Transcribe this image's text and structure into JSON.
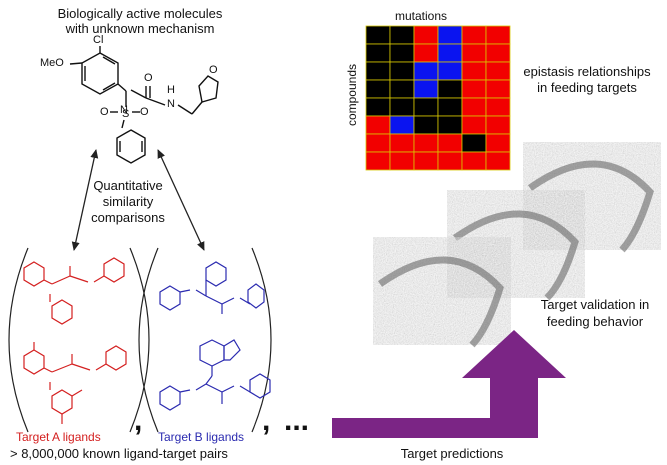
{
  "title_line1": "Biologically active molecules",
  "title_line2": "with unknown mechanism",
  "molecule_atoms": {
    "cl": "Cl",
    "meo": "MeO",
    "n": "N",
    "o1": "O",
    "h": "H",
    "n2": "N",
    "o_furan": "O",
    "s": "S",
    "o_s1": "O",
    "o_s2": "O"
  },
  "comparison_line1": "Quantitative",
  "comparison_line2": "similarity",
  "comparison_line3": "comparisons",
  "heatmap": {
    "top_label": "mutations",
    "side_label": "compounds",
    "colors": {
      "black": "#000000",
      "red": "#f20000",
      "blue": "#0a14f0",
      "grid": "#d8c800"
    },
    "rows": [
      [
        "black",
        "black",
        "red",
        "blue",
        "red",
        "red"
      ],
      [
        "black",
        "black",
        "red",
        "blue",
        "red",
        "red"
      ],
      [
        "black",
        "black",
        "blue",
        "blue",
        "red",
        "red"
      ],
      [
        "black",
        "black",
        "blue",
        "black",
        "red",
        "red"
      ],
      [
        "black",
        "black",
        "black",
        "black",
        "red",
        "red"
      ],
      [
        "red",
        "blue",
        "black",
        "black",
        "red",
        "red"
      ],
      [
        "red",
        "red",
        "red",
        "red",
        "black",
        "red"
      ],
      [
        "red",
        "red",
        "red",
        "red",
        "red",
        "red"
      ]
    ]
  },
  "epistasis_line1": "epistasis relationships",
  "epistasis_line2": "in feeding targets",
  "validation_line1": "Target validation in",
  "validation_line2": "feeding behavior",
  "target_a_label": "Target A ligands",
  "target_b_label": "Target B ligands",
  "comma1": ",",
  "comma2": ",",
  "ellipsis": "...",
  "pairs_label": "> 8,000,000 known ligand-target pairs",
  "target_predictions_label": "Target predictions",
  "colors": {
    "ligand_a": "#d42020",
    "ligand_b": "#2b2bb0",
    "arrow": "#7b2585"
  }
}
